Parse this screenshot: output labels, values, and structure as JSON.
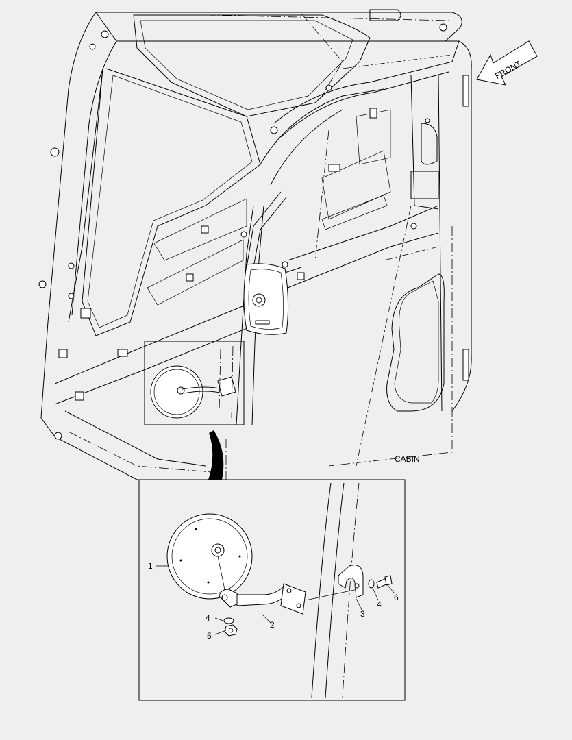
{
  "labels": {
    "front": "FRONT",
    "cabin": "CABIN"
  },
  "callouts": [
    {
      "id": "1",
      "text": "1"
    },
    {
      "id": "2",
      "text": "2"
    },
    {
      "id": "3",
      "text": "3"
    },
    {
      "id": "4a",
      "text": "4"
    },
    {
      "id": "4b",
      "text": "4"
    },
    {
      "id": "5",
      "text": "5"
    },
    {
      "id": "6",
      "text": "6"
    }
  ],
  "colors": {
    "background": "#efefef",
    "line": "#000000",
    "part_fill": "#ffffff"
  }
}
